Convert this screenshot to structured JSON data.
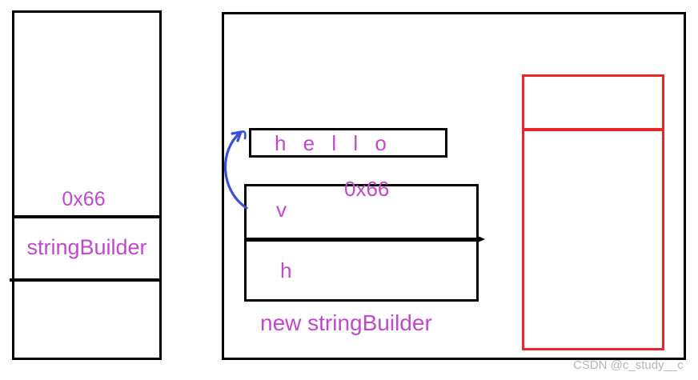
{
  "diagram": {
    "stack_box": {
      "address": "0x66",
      "label": "stringBuilder"
    },
    "heap_box": {
      "hello_label": "h e l l o",
      "address": "0x66",
      "v_label": "v",
      "h_label": "h",
      "caption": "new stringBuilder"
    },
    "colors": {
      "label_magenta": "#bf49cb",
      "arrow_blue": "#3b4fd6",
      "box_red": "#e8262c",
      "line_black": "#000000"
    }
  },
  "watermark": "CSDN @c_study__c"
}
